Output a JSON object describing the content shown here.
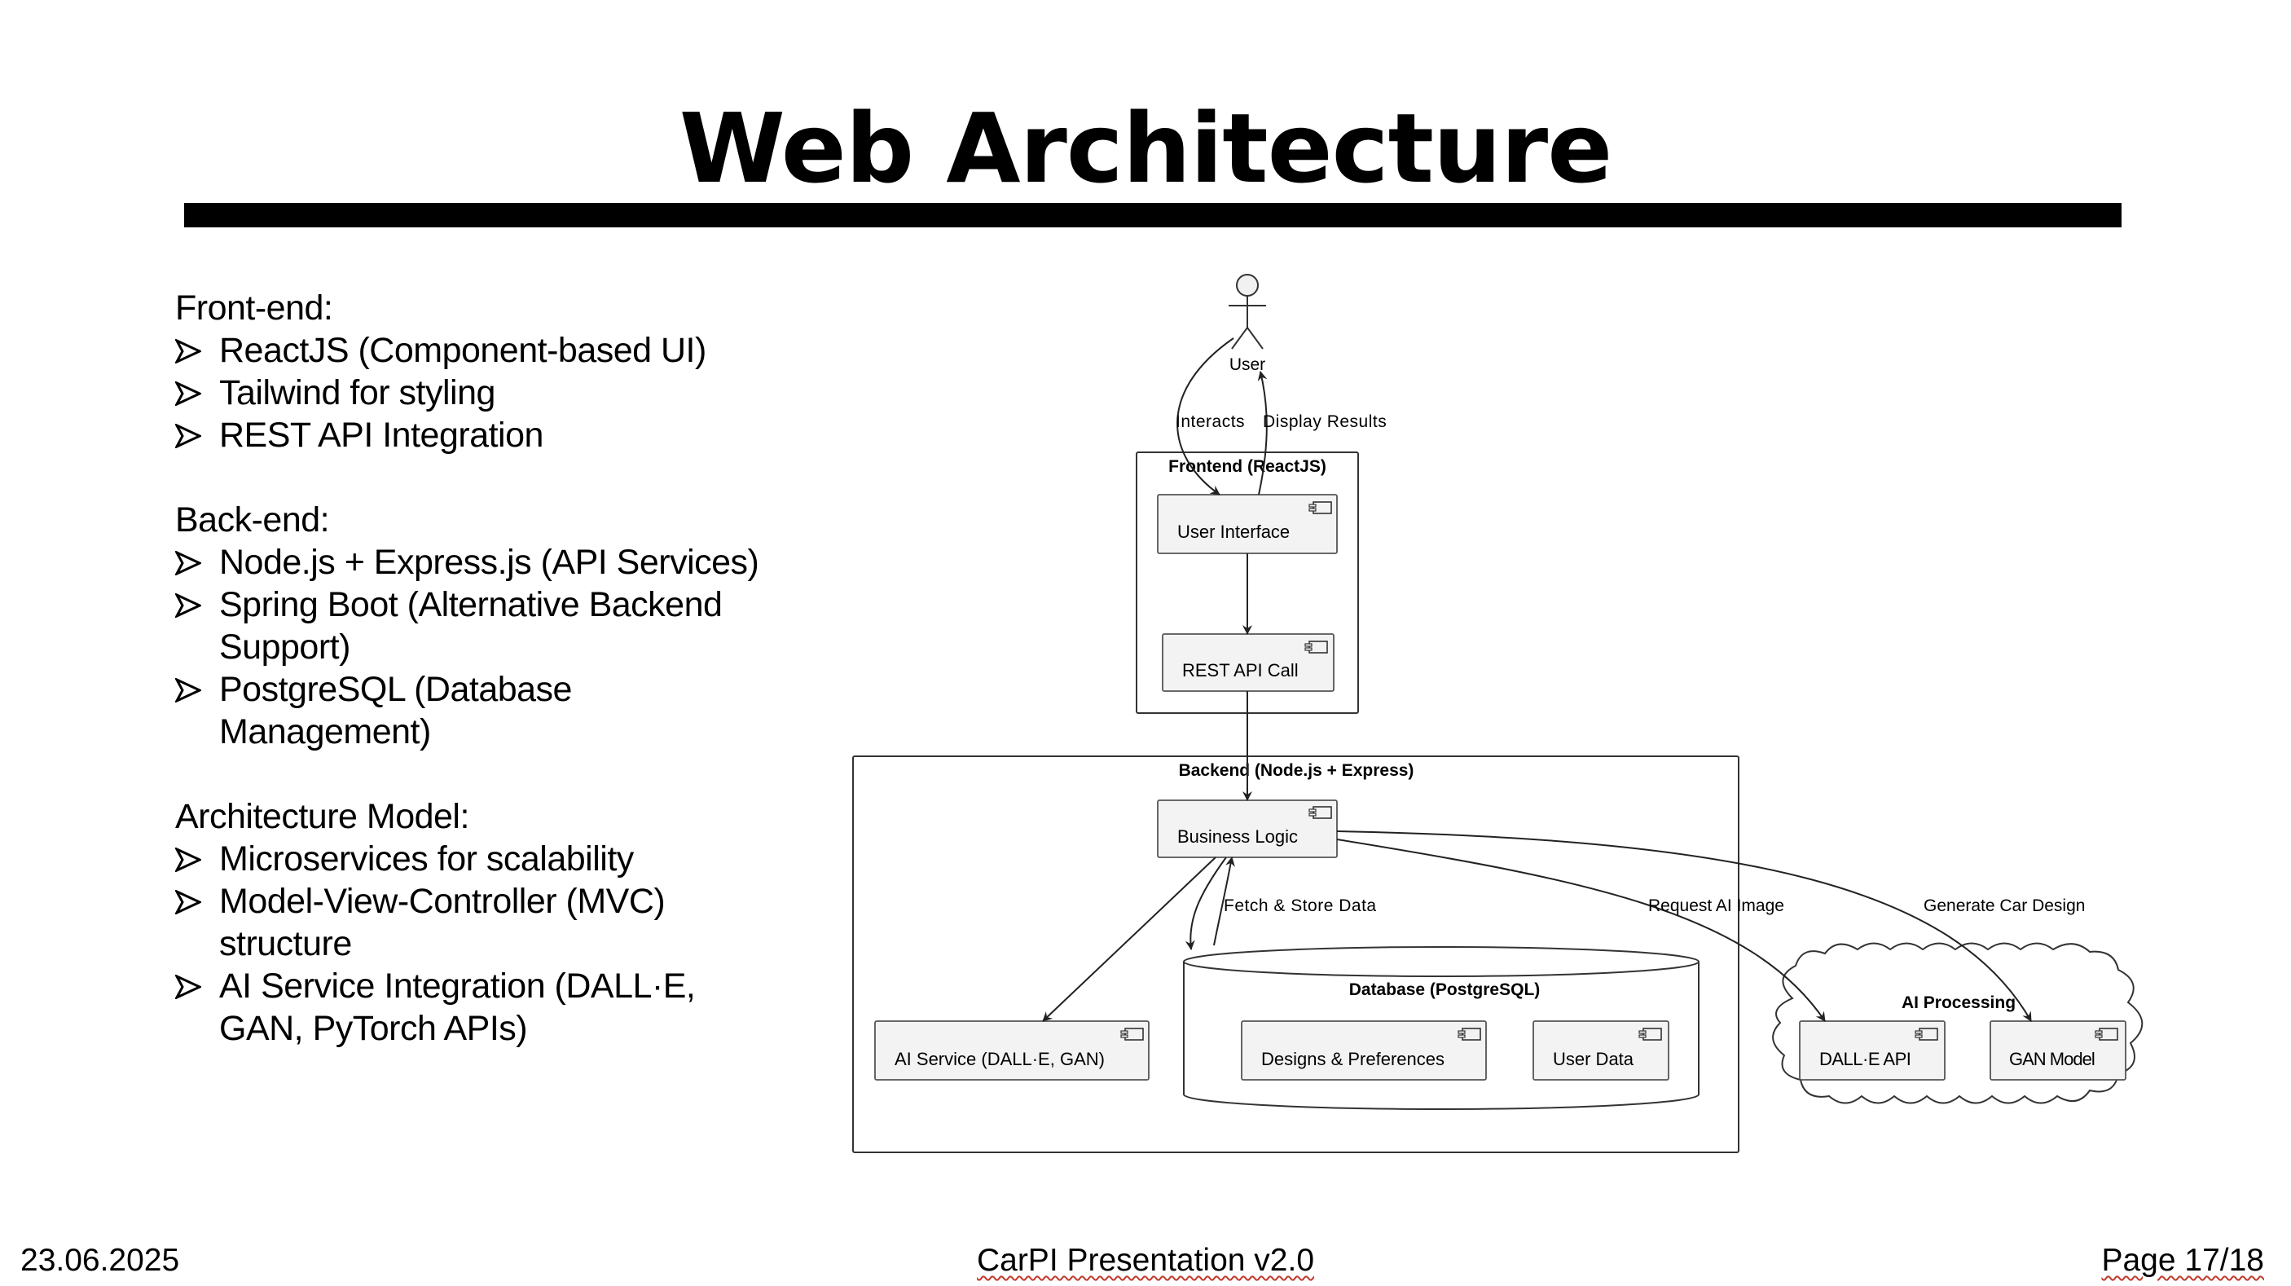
{
  "slide": {
    "title": "Web Architecture",
    "sections": [
      {
        "heading": "Front-end:",
        "items": [
          "ReactJS (Component-based UI)",
          "Tailwind for styling",
          "REST API Integration"
        ]
      },
      {
        "heading": "Back-end:",
        "items": [
          "Node.js + Express.js (API Services)",
          "Spring Boot (Alternative Backend Support)",
          "PostgreSQL (Database Management)"
        ]
      },
      {
        "heading": "Architecture Model:",
        "items": [
          "Microservices for scalability",
          "Model-View-Controller (MVC) structure",
          "AI Service Integration (DALL·E, GAN, PyTorch APIs)"
        ]
      }
    ]
  },
  "diagram": {
    "actor": "User",
    "frontend": {
      "title": "Frontend (ReactJS)",
      "user_interface": "User Interface",
      "rest_api_call": "REST API Call"
    },
    "backend": {
      "title": "Backend (Node.js + Express)",
      "business_logic": "Business Logic",
      "ai_service": "AI Service (DALL·E, GAN)",
      "database": {
        "title": "Database (PostgreSQL)",
        "designs": "Designs & Preferences",
        "user_data": "User Data"
      }
    },
    "ai_processing": {
      "title": "AI Processing",
      "dalle_api": "DALL·E API",
      "gan_model": "GAN Model"
    },
    "edge_labels": {
      "interacts": "Interacts",
      "display_results": "Display Results",
      "fetch_store": "Fetch & Store Data",
      "request_ai_image": "Request AI Image",
      "generate_car_design": "Generate Car Design"
    }
  },
  "footer": {
    "date": "23.06.2025",
    "presentation": "CarPI Presentation v2.0",
    "page": "Page 17/18"
  }
}
